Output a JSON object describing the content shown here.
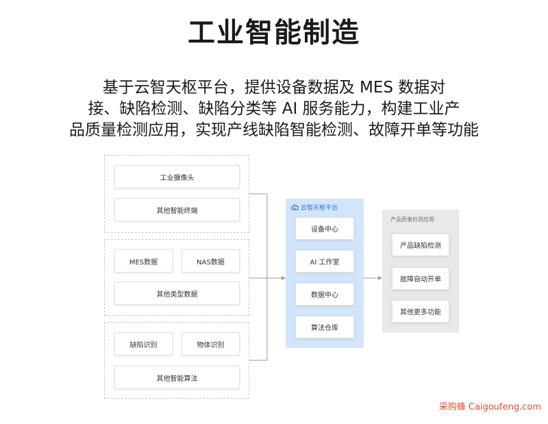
{
  "title": "工业智能制造",
  "description": [
    "基于云智天枢平台，提供设备数据及 MES 数据对",
    "接、缺陷检测、缺陷分类等 AI 服务能力，构建工业产",
    "品质量检测应用，实现产线缺陷智能检测、故障开单等功能"
  ],
  "sources": {
    "group1": [
      "工业摄像头",
      "其他智能终端"
    ],
    "group2": [
      "MES数据",
      "NAS数据",
      "其他类型数据"
    ],
    "group3": [
      "缺陷识别",
      "物体识别",
      "其他智能算法"
    ]
  },
  "platform": {
    "title": "云智天枢平台",
    "icon": "cloud-logo-icon",
    "items": [
      "设备中心",
      "AI 工作室",
      "数据中心",
      "算法仓库"
    ]
  },
  "apps": {
    "title": "产品质量检测应用",
    "items": [
      "产品缺陷检测",
      "故障自动开单",
      "其他更多功能"
    ]
  },
  "watermark": "采购蜂 Caigoufeng.com",
  "colors": {
    "platform_bg": "#d3e5fb",
    "platform_accent": "#2f6fd6",
    "apps_bg": "#e9e9e9",
    "watermark": "#e0502a"
  }
}
